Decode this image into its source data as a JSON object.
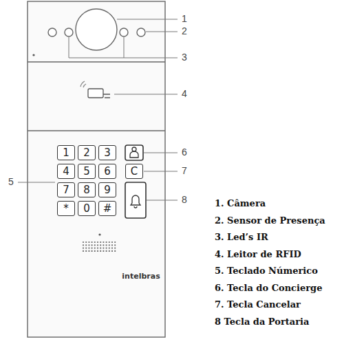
{
  "diagram": {
    "nodes": [
      {
        "text": [
          "1"
        ]
      },
      {
        "text": [
          "2"
        ]
      },
      {
        "text": [
          "3"
        ]
      },
      {
        "text": [
          "4"
        ]
      },
      {
        "text": [
          "5"
        ]
      },
      {
        "text": [
          "6"
        ]
      },
      {
        "text": [
          "C"
        ]
      },
      {
        "text": [
          "7"
        ]
      },
      {
        "text": [
          "8"
        ]
      },
      {
        "text": [
          "9"
        ]
      },
      {
        "text": [
          "*"
        ]
      },
      {
        "text": [
          "0"
        ]
      },
      {
        "text": [
          "#"
        ]
      }
    ],
    "labels": [
      "1",
      "2",
      "3",
      "4",
      "5",
      "6",
      "7",
      "8",
      "intelbras",
      "1. Câmera",
      "2. Sensor de Presença",
      "3. Led’s IR",
      "4. Leitor de RFID",
      "5. Teclado Númerico",
      "6. Tecla do Concierge",
      "7. Tecla Cancelar",
      "8 Tecla da Portaria"
    ]
  }
}
